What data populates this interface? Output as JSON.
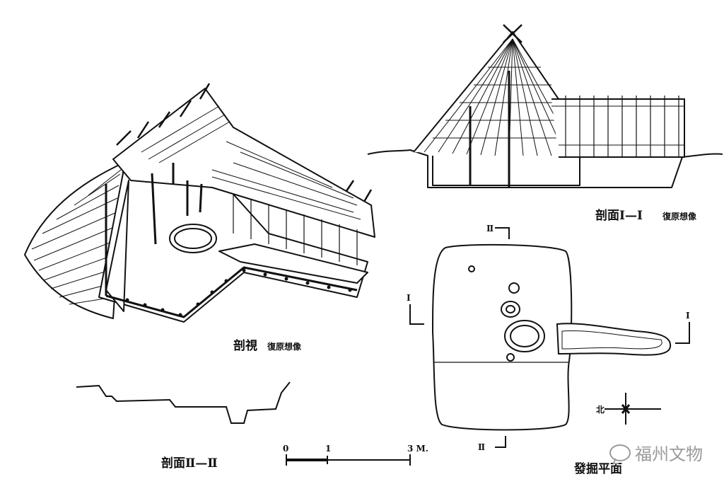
{
  "figures": {
    "perspective": {
      "title": "剖視",
      "subtitle": "復原想像"
    },
    "section_1": {
      "title": "剖面Ⅰ—Ⅰ",
      "subtitle": "復原想像"
    },
    "section_2": {
      "title": "剖面Ⅱ—Ⅱ"
    },
    "plan": {
      "title": "發掘平面"
    }
  },
  "section_markers": {
    "top": "Ⅱ",
    "bottom": "Ⅱ",
    "left": "Ⅰ",
    "right": "Ⅰ"
  },
  "north_arrow": {
    "label": "北"
  },
  "scale_bar": {
    "ticks": [
      "0",
      "1",
      "3 M."
    ]
  },
  "watermark": {
    "text": "福州文物",
    "icon": "wechat-icon"
  }
}
